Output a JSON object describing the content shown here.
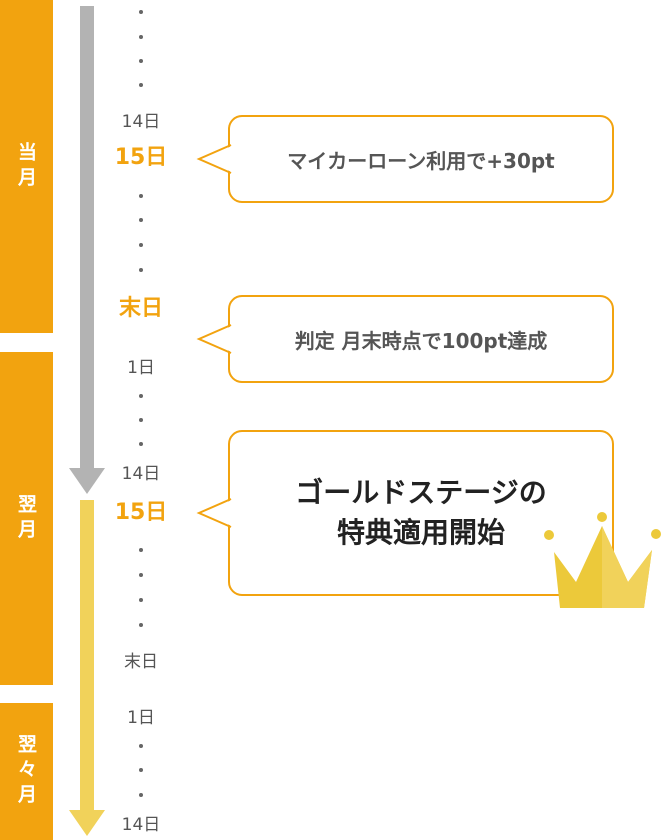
{
  "periods": {
    "current": "当月",
    "next": "翌月",
    "after_next": "翌々月"
  },
  "days": {
    "d14_first": "14日",
    "d15_first": "15日",
    "end_first": "末日",
    "d1_second": "1日",
    "d14_second": "14日",
    "d15_second": "15日",
    "end_second": "末日",
    "d1_third": "1日",
    "d14_third": "14日"
  },
  "callouts": {
    "loan": "マイカーローン利用で+30pt",
    "judgment": "判定 月末時点で100pt達成",
    "gold_line1": "ゴールドステージの",
    "gold_line2": "特典適用開始"
  },
  "colors": {
    "orange": "#f2a30f",
    "gray_arrow": "#b3b3b3",
    "yellow_arrow": "#f1d25a",
    "crown": "#ecc93a"
  },
  "icons": {
    "crown": "crown-icon"
  }
}
